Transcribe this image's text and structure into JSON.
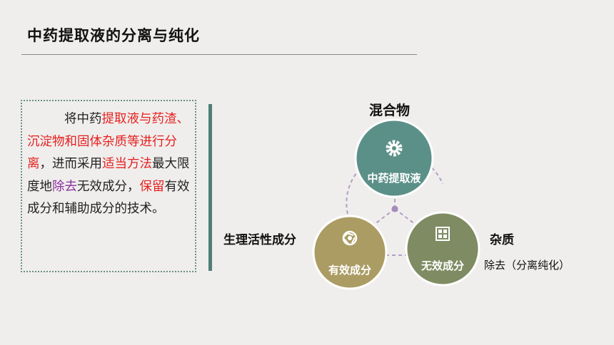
{
  "title": "中药提取液的分离与纯化",
  "paragraph": {
    "segments": [
      {
        "text": "将中药",
        "color": "black"
      },
      {
        "text": "提取液与药渣、沉淀物和固体杂质等进行分离",
        "color": "red"
      },
      {
        "text": "，进而采用",
        "color": "black"
      },
      {
        "text": "适当方法",
        "color": "red"
      },
      {
        "text": "最大限度地",
        "color": "black"
      },
      {
        "text": "除去",
        "color": "purple"
      },
      {
        "text": "无效成分，",
        "color": "black"
      },
      {
        "text": "保留",
        "color": "red"
      },
      {
        "text": "有效成分和辅助成分的技术。",
        "color": "black"
      }
    ]
  },
  "diagram": {
    "top_label": "混合物",
    "left_label": "生理活性成分",
    "right_label": "杂质",
    "right_note": "除去（分离纯化）",
    "circles": [
      {
        "text": "中药提取液",
        "icon": "gear-icon",
        "color": "#5b9088"
      },
      {
        "text": "有效成分",
        "icon": "aperture-icon",
        "color": "#ab9c63"
      },
      {
        "text": "无效成分",
        "icon": "windows-icon",
        "color": "#7f8c63"
      }
    ],
    "connector_color": "#b49ec6"
  }
}
